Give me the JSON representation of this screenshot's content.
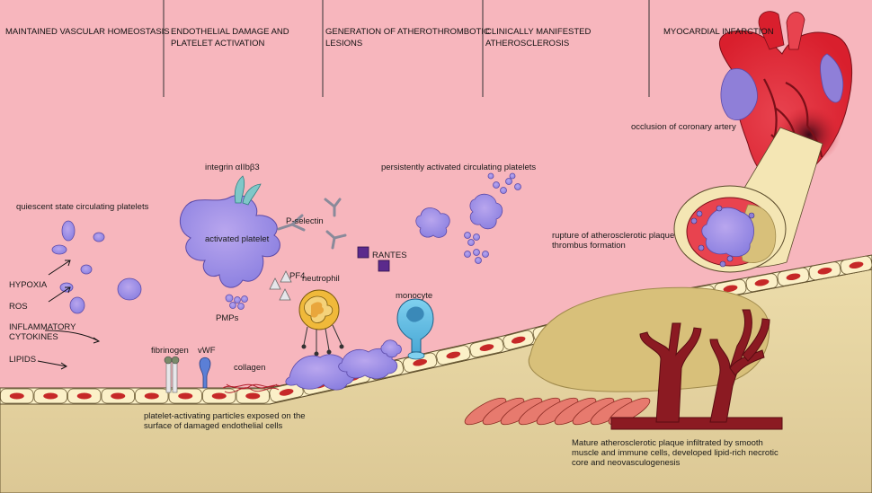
{
  "stages": [
    {
      "label": "MAINTAINED VASCULAR HOMEOSTASIS"
    },
    {
      "label": "ENDOTHELIAL DAMAGE AND PLATELET ACTIVATION"
    },
    {
      "label": "GENERATION OF ATHEROTHROMBOTIC LESIONS"
    },
    {
      "label": "CLINICALLY MANIFESTED ATHEROSCLEROSIS"
    },
    {
      "label": "MYOCARDIAL INFARCTION"
    }
  ],
  "labels": {
    "quiescent": "quiescent state circulating platelets",
    "integrin": "integrin αIIbβ3",
    "activated_platelet": "activated platelet",
    "p_selectin": "P-selectin",
    "persistently": "persistently activated circulating platelets",
    "rantes": "RANTES",
    "pf4": "PF4",
    "neutrophil": "neutrophil",
    "monocyte": "monocyte",
    "pmps": "PMPs",
    "hypoxia": "HYPOXIA",
    "ros": "ROS",
    "inflammatory": "INFLAMMATORY CYTOKINES",
    "lipids": "LIPIDS",
    "fibrinogen": "fibrinogen",
    "vwf": "vWF",
    "collagen": "collagen",
    "particles": "platelet-activating particles exposed on the surface of damaged endothelial cells",
    "occlusion": "occlusion of coronary artery",
    "rupture": "rupture of atherosclerotic plaque thrombus formation",
    "mature": "Mature atherosclerotic plaque infiltrated by smooth muscle and immune cells, developed lipid-rich necrotic core and neovasculogenesis"
  },
  "colors": {
    "lumen": "#f7b6bd",
    "wall": "#e6d7a8",
    "platelet": "#9c8fe0",
    "endothelium": "#fbf0c8",
    "nucleus": "#c62828",
    "vessel": "#8b1a22"
  }
}
